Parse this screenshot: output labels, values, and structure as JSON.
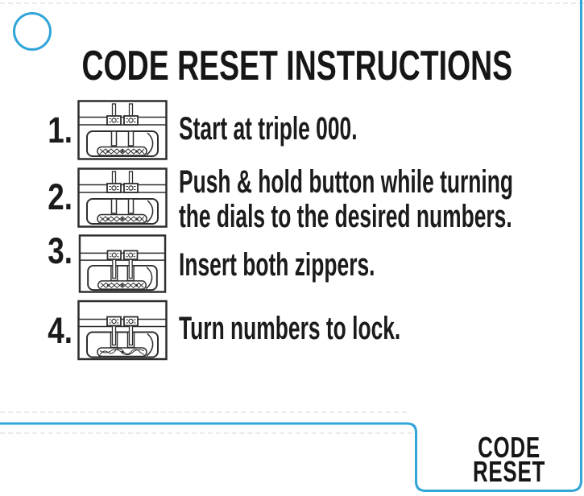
{
  "title": "CODE RESET INSTRUCTIONS",
  "steps": [
    {
      "number": "1.",
      "icon": "lock-zippers-out-icon",
      "lines": [
        "Start at triple 000."
      ]
    },
    {
      "number": "2.",
      "icon": "lock-zippers-out-icon",
      "lines": [
        "Push & hold button while turning",
        "the dials to the desired numbers."
      ]
    },
    {
      "number": "3.",
      "icon": "lock-zippers-in-icon",
      "lines": [
        "Insert both zippers."
      ]
    },
    {
      "number": "4.",
      "icon": "lock-zippers-in-icon",
      "lines": [
        "Turn numbers to lock."
      ]
    }
  ],
  "tab": {
    "line1": "CODE",
    "line2": "RESET"
  },
  "decorations": {
    "punch_hole": "circle-punch-hole",
    "diecut_outline": "die-cut-edge"
  },
  "colors": {
    "accent_cyan": "#31a5d8",
    "ink": "#1b1b1b",
    "background": "#ffffff"
  }
}
